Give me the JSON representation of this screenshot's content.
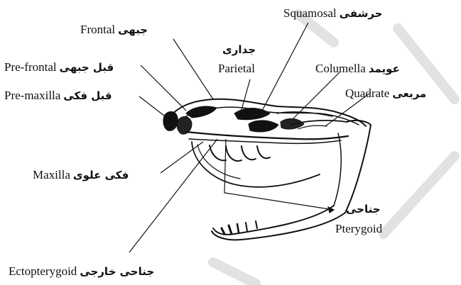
{
  "labels": {
    "frontal": {
      "en": "Frontal",
      "ar": "جبهی"
    },
    "squamosal": {
      "en": "Squamosal",
      "ar": "حرشفی"
    },
    "parietal": {
      "en": "Parietal",
      "ar": "جداری"
    },
    "columella": {
      "en": "Columella",
      "ar": "عویمد"
    },
    "quadrate": {
      "en": "Quadrate",
      "ar": "مربعی"
    },
    "prefrontal": {
      "en": "Pre-frontal",
      "ar": "قبل جبهی"
    },
    "premaxilla": {
      "en": "Pre-maxilla",
      "ar": "قبل فکی"
    },
    "maxilla": {
      "en": "Maxilla",
      "ar": "فکی علوی"
    },
    "pterygoid": {
      "en": "Pterygoid",
      "ar": "جناحی"
    },
    "ectopterygoid": {
      "en": "Ectopterygoid",
      "ar": "جناحی خارجی"
    }
  },
  "colors": {
    "ink": "#111111",
    "watermark": "#d9d9d9"
  }
}
